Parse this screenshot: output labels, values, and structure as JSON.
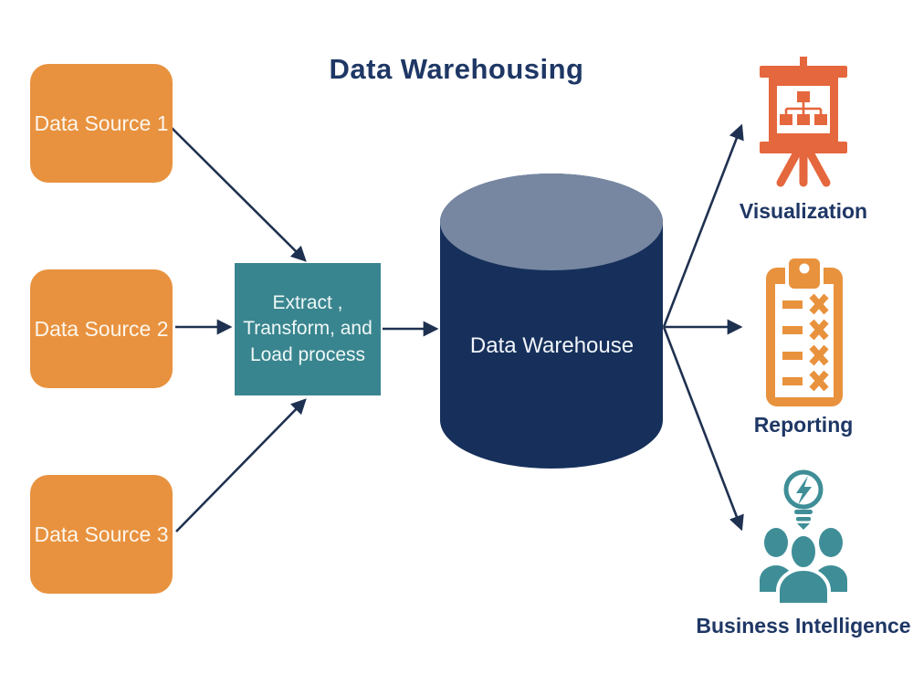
{
  "title": "Data Warehousing",
  "sources": [
    {
      "label": "Data Source 1"
    },
    {
      "label": "Data Source 2"
    },
    {
      "label": "Data Source 3"
    }
  ],
  "etl": {
    "lines": [
      "Extract ,",
      "Transform, and",
      "Load process"
    ]
  },
  "warehouse": {
    "label": "Data Warehouse"
  },
  "outputs": [
    {
      "label": "Visualization",
      "icon": "presentation-org-chart-icon"
    },
    {
      "label": "Reporting",
      "icon": "clipboard-checklist-icon"
    },
    {
      "label": "Business Intelligence",
      "icon": "team-idea-bulb-icon"
    }
  ],
  "colors": {
    "source_box_orange": "#E8923F",
    "etl_box_teal": "#39858F",
    "cylinder_body_navy": "#16305B",
    "cylinder_top_gray_blue": "#7787A1",
    "heading_navy": "#1E3765",
    "arrow_navy": "#1F3150",
    "visualization_icon_orange": "#E5673D",
    "reporting_icon_orange": "#E8923D",
    "business_intelligence_icon_teal": "#3F8E97"
  }
}
